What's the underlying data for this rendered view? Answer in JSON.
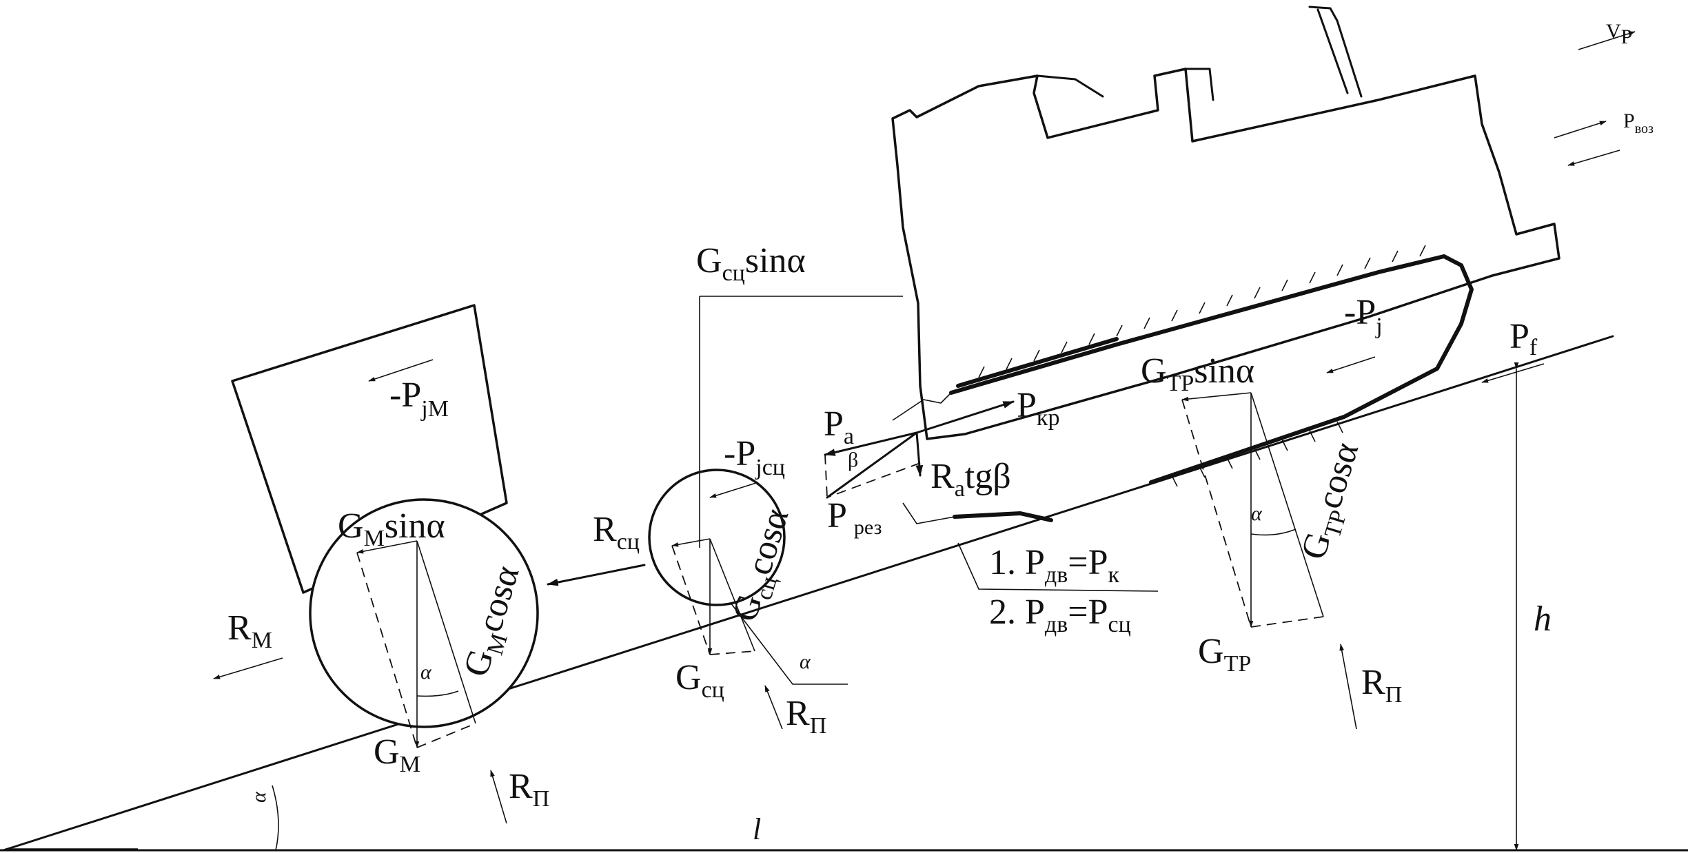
{
  "labels": {
    "vp": {
      "main": "V",
      "sub": "P"
    },
    "pvoz": {
      "main": "P",
      "sub": "воз"
    },
    "gsc_sin": {
      "main": "G",
      "sub": "сц",
      "tail": "sinα"
    },
    "minus_pj": {
      "main": "-P",
      "sub": "j"
    },
    "pf": {
      "main": "P",
      "sub": "f"
    },
    "minus_pjm": {
      "main": "-P",
      "sub": "jM"
    },
    "gtp_sin": {
      "main": "G",
      "sub": "ТР",
      "tail": "sinα"
    },
    "pkp": {
      "main": "P",
      "sub": "кр"
    },
    "pa": {
      "main": "P",
      "sub": "a"
    },
    "beta": "β",
    "ra_tg": {
      "main": "R",
      "sub": "a",
      "tail": "tgβ"
    },
    "minus_pjsc": {
      "main": "-P",
      "sub": "jсц"
    },
    "gtp_cos": {
      "main": "G",
      "sub": "ТР",
      "tail": "cosα"
    },
    "gm_sin": {
      "main": "G",
      "sub": "M",
      "tail": "sinα"
    },
    "rsc": {
      "main": "R",
      "sub": "сц"
    },
    "gsc_cos": {
      "main": "G",
      "sub": "сц",
      "tail": "cosα"
    },
    "prez": {
      "main": "P",
      "sub": "рез"
    },
    "gm_cos": {
      "main": "G",
      "sub": "M",
      "tail": "cosα"
    },
    "cond1": {
      "pre": "1. P",
      "s1": "дв",
      "mid": "=P",
      "s2": "к"
    },
    "cond2": {
      "pre": "2. P",
      "s1": "дв",
      "mid": "=P",
      "s2": "сц"
    },
    "rm": {
      "main": "R",
      "sub": "M"
    },
    "h": "h",
    "gtp": {
      "main": "G",
      "sub": "ТР"
    },
    "gsc": {
      "main": "G",
      "sub": "сц"
    },
    "alpha": "α",
    "rp": {
      "main": "R",
      "sub": "П"
    },
    "gm": {
      "main": "G",
      "sub": "M"
    },
    "l": "l"
  }
}
